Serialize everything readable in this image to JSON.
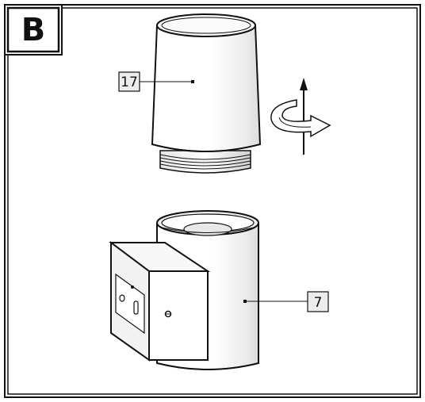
{
  "figure": {
    "section_label": "B",
    "callouts": [
      {
        "id": "lamp-shade",
        "label": "17"
      },
      {
        "id": "wall-lamp-housing",
        "label": "7"
      }
    ],
    "colors": {
      "line": "#111111",
      "background": "#ffffff",
      "callout_fill": "#ececec",
      "shade_light": "#f4f4f4",
      "shade_mid": "#dcdcdc"
    },
    "icons": [
      "rotation-arrow-icon",
      "up-arrow-icon"
    ]
  }
}
